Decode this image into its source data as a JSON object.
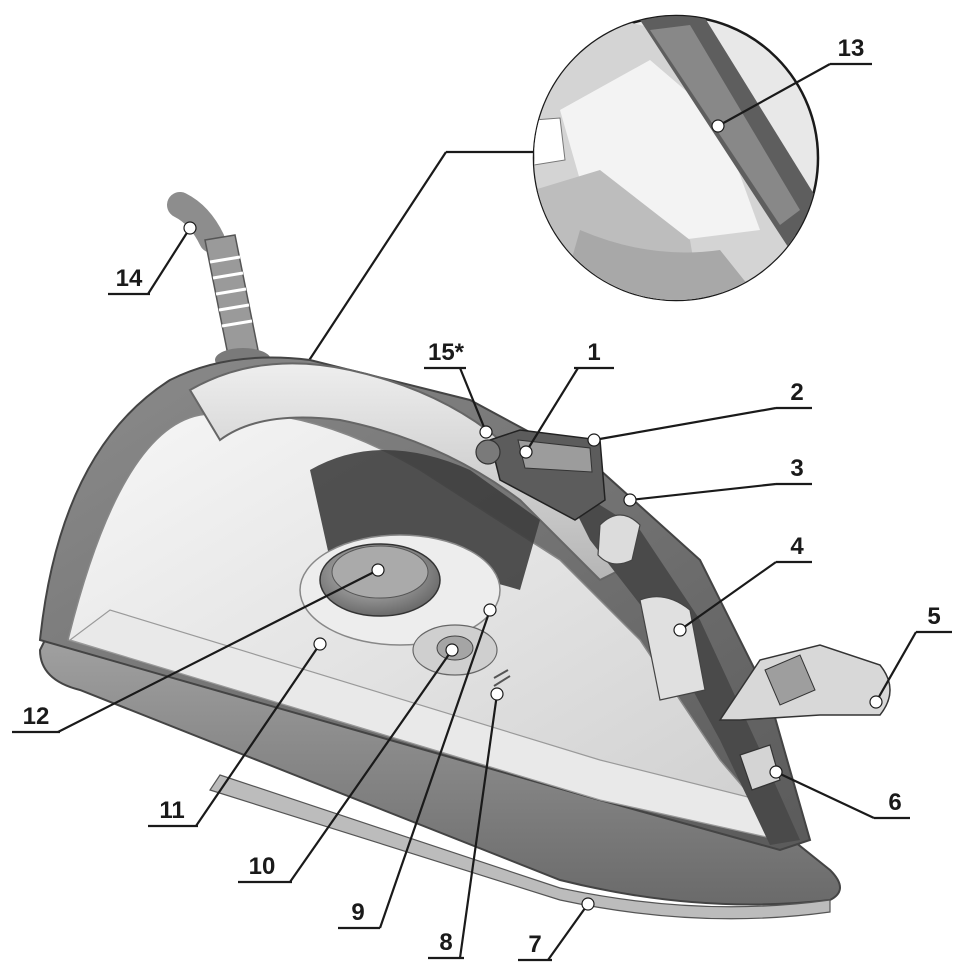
{
  "callouts": [
    {
      "id": "1",
      "label": "1"
    },
    {
      "id": "2",
      "label": "2"
    },
    {
      "id": "3",
      "label": "3"
    },
    {
      "id": "4",
      "label": "4"
    },
    {
      "id": "5",
      "label": "5"
    },
    {
      "id": "6",
      "label": "6"
    },
    {
      "id": "7",
      "label": "7"
    },
    {
      "id": "8",
      "label": "8"
    },
    {
      "id": "9",
      "label": "9"
    },
    {
      "id": "10",
      "label": "10"
    },
    {
      "id": "11",
      "label": "11"
    },
    {
      "id": "12",
      "label": "12"
    },
    {
      "id": "13",
      "label": "13"
    },
    {
      "id": "14",
      "label": "14"
    },
    {
      "id": "15",
      "label": "15*"
    }
  ],
  "colors": {
    "body_dark": "#6e6e6e",
    "body_mid": "#a9a9a9",
    "body_light": "#d9d9d9",
    "body_white": "#f2f2f2",
    "soleplate": "#8a8a8a",
    "line": "#1a1a1a"
  }
}
